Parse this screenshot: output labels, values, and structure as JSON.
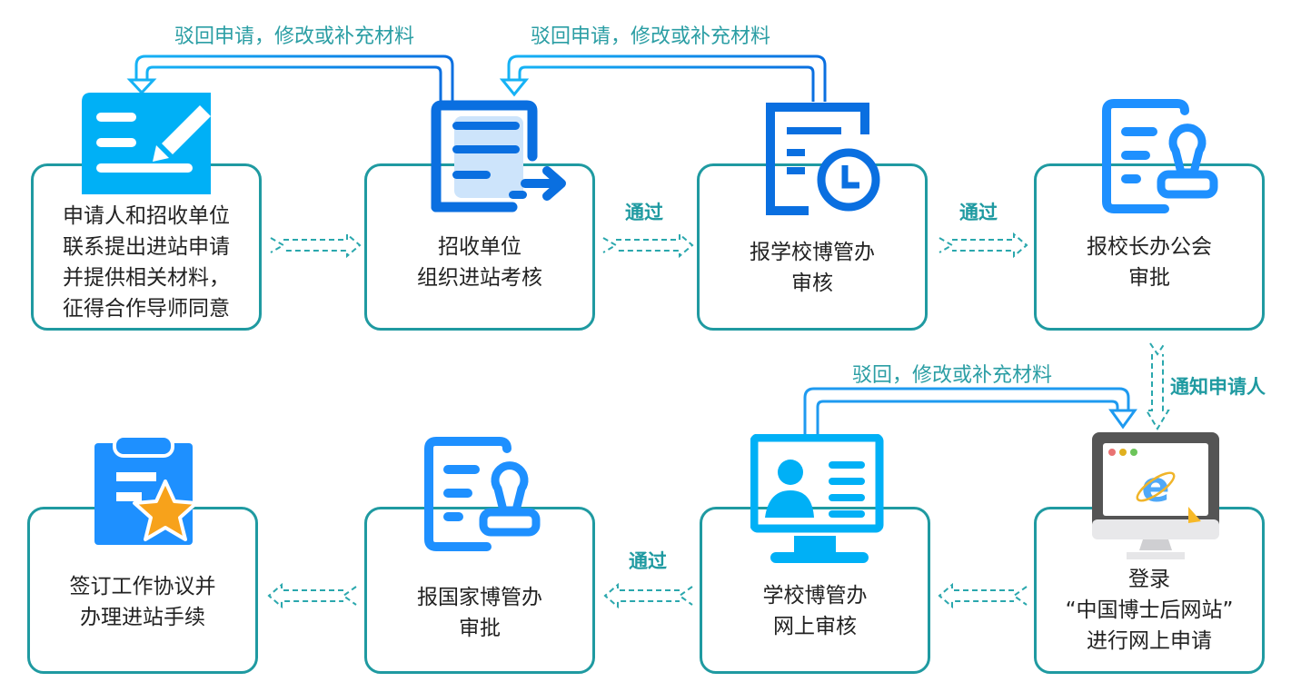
{
  "colors": {
    "box_border": "#1f9aa1",
    "label_teal": "#2b9ea4",
    "icon_blue": "#1e90ff",
    "icon_dark_blue": "#0a6fe0",
    "icon_cyan": "#00b0f6",
    "star_orange": "#f7a21b"
  },
  "steps": [
    {
      "id": 1,
      "icon": "edit-document-icon",
      "text": "申请人和招收单位\n联系提出进站申请\n并提供相关材料，\n征得合作导师同意"
    },
    {
      "id": 2,
      "icon": "document-export-icon",
      "text": "招收单位\n组织进站考核"
    },
    {
      "id": 3,
      "icon": "document-clock-icon",
      "text": "报学校博管办\n审核"
    },
    {
      "id": 4,
      "icon": "document-stamp-icon",
      "text": "报校长办公会\n审批"
    },
    {
      "id": 5,
      "icon": "browser-monitor-icon",
      "text": "登录\n“中国博士后网站”\n进行网上申请"
    },
    {
      "id": 6,
      "icon": "profile-monitor-icon",
      "text": "学校博管办\n网上审核"
    },
    {
      "id": 7,
      "icon": "document-stamp-icon",
      "text": "报国家博管办\n审批"
    },
    {
      "id": 8,
      "icon": "clipboard-star-icon",
      "text": "签订工作协议并\n办理进站手续"
    }
  ],
  "edges": {
    "reject_1": "驳回申请，修改或补充材料",
    "reject_2": "驳回申请，修改或补充材料",
    "reject_3": "驳回，修改或补充材料",
    "pass_2_3": "通过",
    "pass_3_4": "通过",
    "notify_4_5": "通知申请人",
    "pass_6_7": "通过"
  }
}
